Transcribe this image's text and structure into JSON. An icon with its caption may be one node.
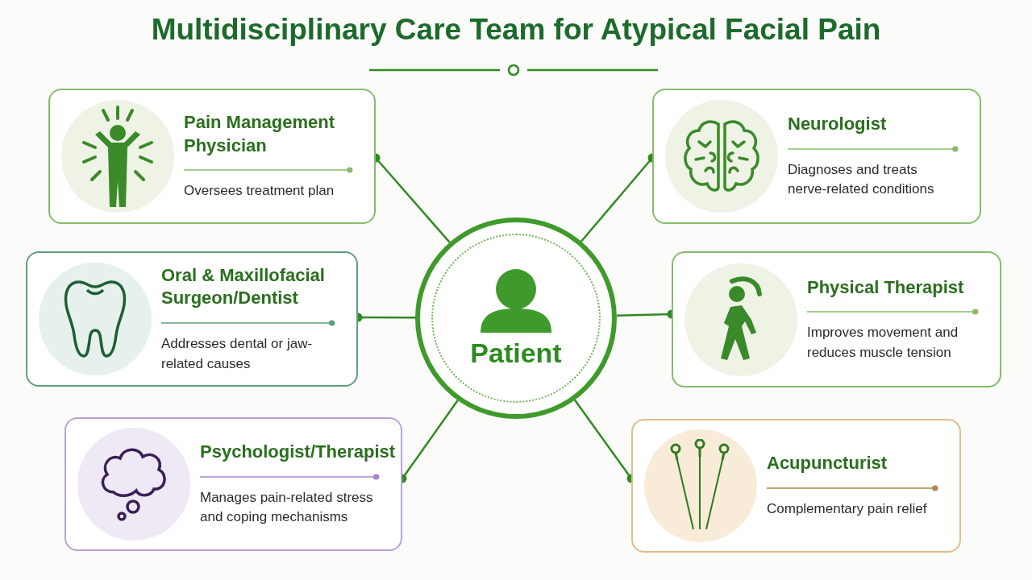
{
  "diagram": {
    "title": "Multidisciplinary Care Team for Atypical Facial Pain",
    "nodes": [
      {
        "text": [
          "Patient"
        ]
      },
      {
        "text": [
          "Pain Management Physician",
          "Oversees treatment plan"
        ]
      },
      {
        "text": [
          "Neurologist",
          "Diagnoses and treats nerve-related conditions"
        ]
      },
      {
        "text": [
          "Oral & Maxillofacial Surgeon/Dentist",
          "Addresses dental or jaw-related causes"
        ]
      },
      {
        "text": [
          "Physical Therapist",
          "Improves movement and reduces muscle tension"
        ]
      },
      {
        "text": [
          "Psychologist/Therapist",
          "Manages pain-related stress and coping mechanisms"
        ]
      },
      {
        "text": [
          "Acupuncturist",
          "Complementary pain relief"
        ]
      }
    ],
    "edges": [
      {
        "from": 0,
        "to": 1,
        "arrow": "other"
      },
      {
        "from": 0,
        "to": 2,
        "arrow": "other"
      },
      {
        "from": 0,
        "to": 3,
        "arrow": "other"
      },
      {
        "from": 0,
        "to": 4,
        "arrow": "other"
      },
      {
        "from": 0,
        "to": 5,
        "arrow": "other"
      },
      {
        "from": 0,
        "to": 6,
        "arrow": "other"
      }
    ]
  }
}
